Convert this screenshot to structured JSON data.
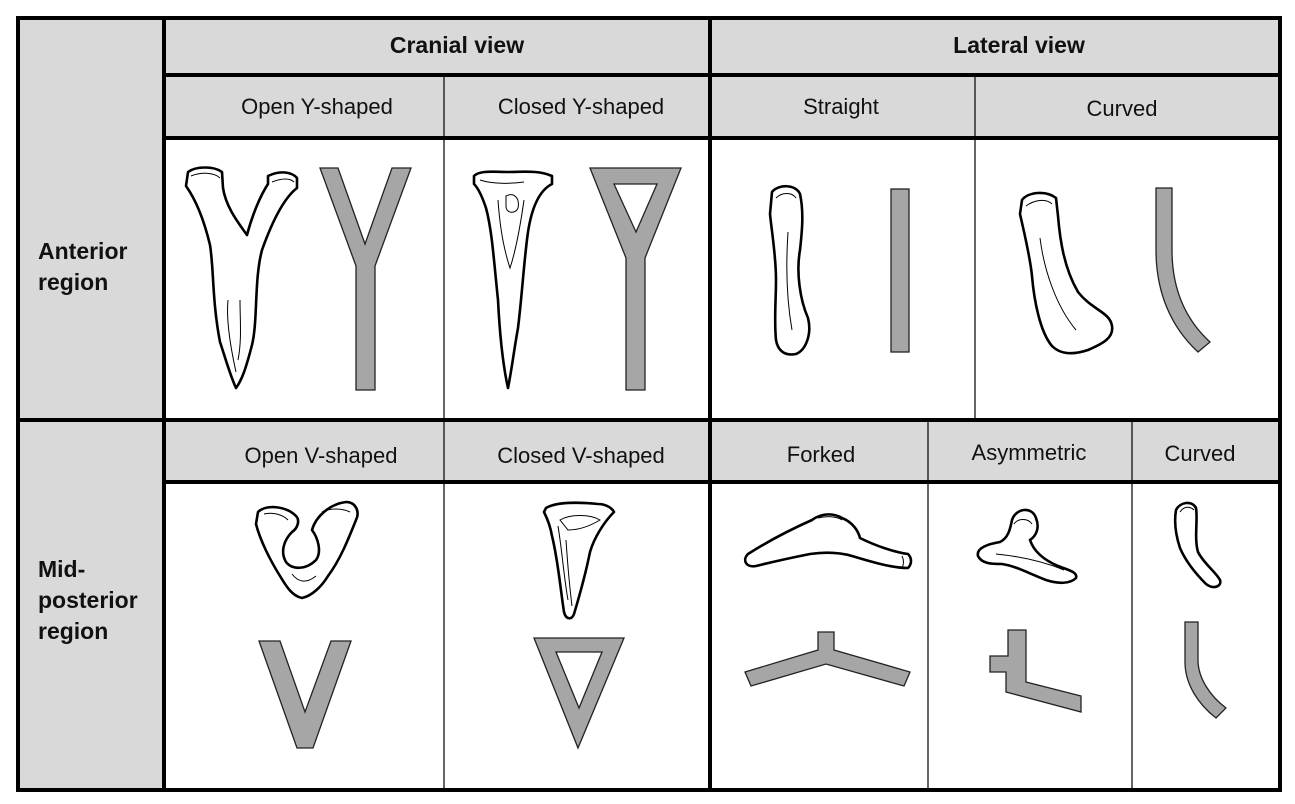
{
  "headers": {
    "cranial_view": "Cranial view",
    "lateral_view": "Lateral view"
  },
  "rows": {
    "anterior": {
      "label_line1": "Anterior",
      "label_line2": "region",
      "categories": [
        "Open Y-shaped",
        "Closed Y-shaped",
        "Straight",
        "Curved"
      ]
    },
    "mid_posterior": {
      "label_line1": "Mid-",
      "label_line2": "posterior",
      "label_line3": "region",
      "categories": [
        "Open V-shaped",
        "Closed V-shaped",
        "Forked",
        "Asymmetric",
        "Curved"
      ]
    }
  },
  "colors": {
    "header_fill": "#d9d9d9",
    "schematic_fill": "#a6a6a6",
    "border": "#000000"
  }
}
